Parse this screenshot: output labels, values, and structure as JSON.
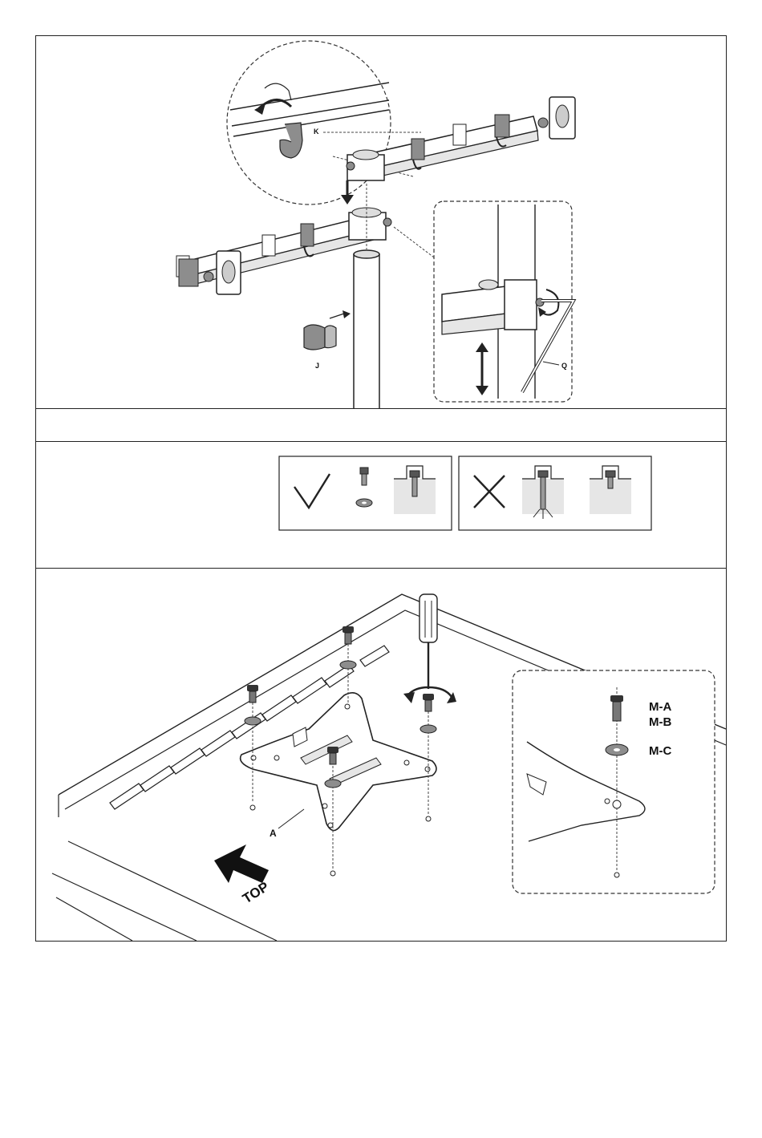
{
  "step_1": {
    "part_labels": {
      "clip": "K",
      "collar": "J",
      "allen_key": "Q"
    }
  },
  "step_2": {
    "text": ""
  },
  "step_3": {
    "correct_mark": "check-icon",
    "incorrect_mark": "cross-icon"
  },
  "step_4": {
    "part_labels": {
      "plate": "A",
      "screw_a": "M-A",
      "screw_b": "M-B",
      "washer": "M-C"
    },
    "direction_text": "TOP"
  },
  "colors": {
    "line": "#222222",
    "part_fill": "#9a9a9a",
    "light_gray": "#e6e6e6"
  }
}
